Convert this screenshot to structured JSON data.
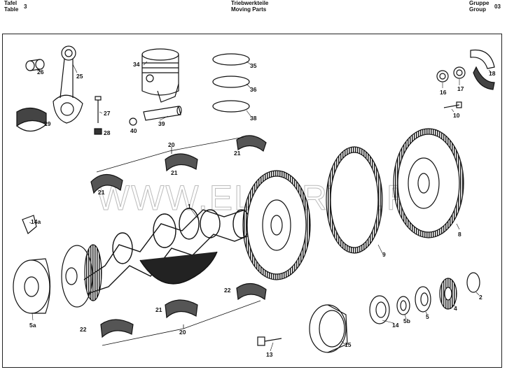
{
  "header": {
    "left_de": "Tafel",
    "left_en": "Table",
    "table_no": "3",
    "title_de": "Triebwerkteile",
    "title_en": "Moving Parts",
    "right_de": "Gruppe",
    "right_en": "Group",
    "group_no": "03"
  },
  "watermark": "WWW.ELPARTS.RU",
  "parts": {
    "p26": "26",
    "p25": "25",
    "p27": "27",
    "p28": "28",
    "p29": "29",
    "p34": "34",
    "p35": "35",
    "p36": "36",
    "p38": "38",
    "p39": "39",
    "p40": "40",
    "p16": "16",
    "p17": "17",
    "p18": "18",
    "p10": "10",
    "p20a": "20",
    "p21a": "21",
    "p21b": "21",
    "p21c": "21",
    "p1": "1",
    "p14a": "14a",
    "p9": "9",
    "p8": "8",
    "p5a": "5a",
    "p22a": "22",
    "p21d": "21",
    "p22b": "22",
    "p20b": "20",
    "p13": "13",
    "p15": "15",
    "p14": "14",
    "p5b": "5b",
    "p5": "5",
    "p4": "4",
    "p2": "2"
  }
}
